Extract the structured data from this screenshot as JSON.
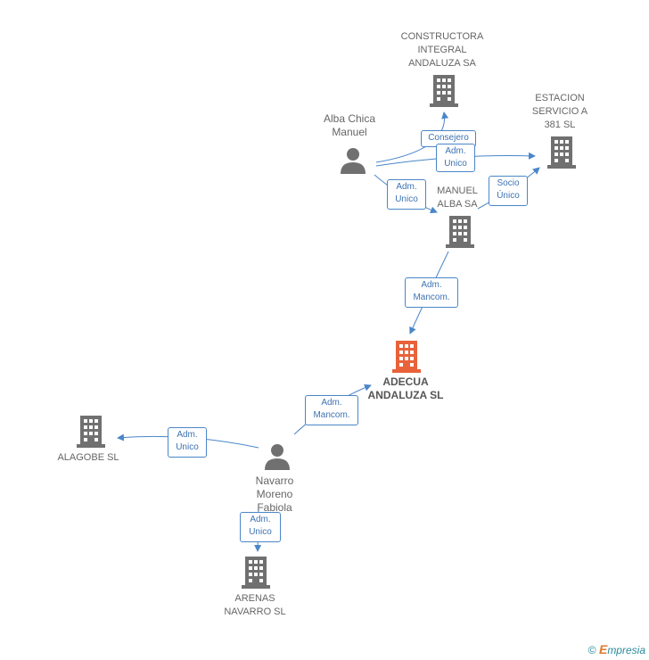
{
  "colors": {
    "edge": "#4a86c8",
    "building": "#707070",
    "building_main": "#e8623a",
    "person": "#707070"
  },
  "nodes": {
    "constructora": {
      "lines": [
        "CONSTRUCTORA",
        "INTEGRAL",
        "ANDALUZA SA"
      ],
      "icon": "building-icon"
    },
    "estacion": {
      "lines": [
        "ESTACION",
        "SERVICIO A",
        "381 SL"
      ],
      "icon": "building-icon"
    },
    "alba_chica": {
      "lines": [
        "Alba Chica",
        "Manuel"
      ],
      "icon": "person-icon"
    },
    "manuel_alba": {
      "lines": [
        "MANUEL",
        "ALBA SA"
      ],
      "icon": "building-icon"
    },
    "adecua": {
      "lines": [
        "ADECUA",
        "ANDALUZA SL"
      ],
      "icon": "building-icon"
    },
    "alagobe": {
      "lines": [
        "ALAGOBE SL"
      ],
      "icon": "building-icon"
    },
    "navarro": {
      "lines": [
        "Navarro",
        "Moreno",
        "Fabiola"
      ],
      "icon": "person-icon"
    },
    "arenas": {
      "lines": [
        "ARENAS",
        "NAVARRO SL"
      ],
      "icon": "building-icon"
    }
  },
  "relations": {
    "consejero": [
      "Consejero"
    ],
    "adm_unico_top": [
      "Adm.",
      "Unico"
    ],
    "adm_unico_left": [
      "Adm.",
      "Unico"
    ],
    "socio_unico": [
      "Socio",
      "Único"
    ],
    "adm_mancom_top": [
      "Adm.",
      "Mancom."
    ],
    "adm_mancom_bottom": [
      "Adm.",
      "Mancom."
    ],
    "adm_unico_alagobe": [
      "Adm.",
      "Unico"
    ],
    "adm_unico_arenas": [
      "Adm.",
      "Unico"
    ]
  },
  "footer": {
    "copyright": "©",
    "brand_initial": "E",
    "brand_rest": "mpresia"
  }
}
